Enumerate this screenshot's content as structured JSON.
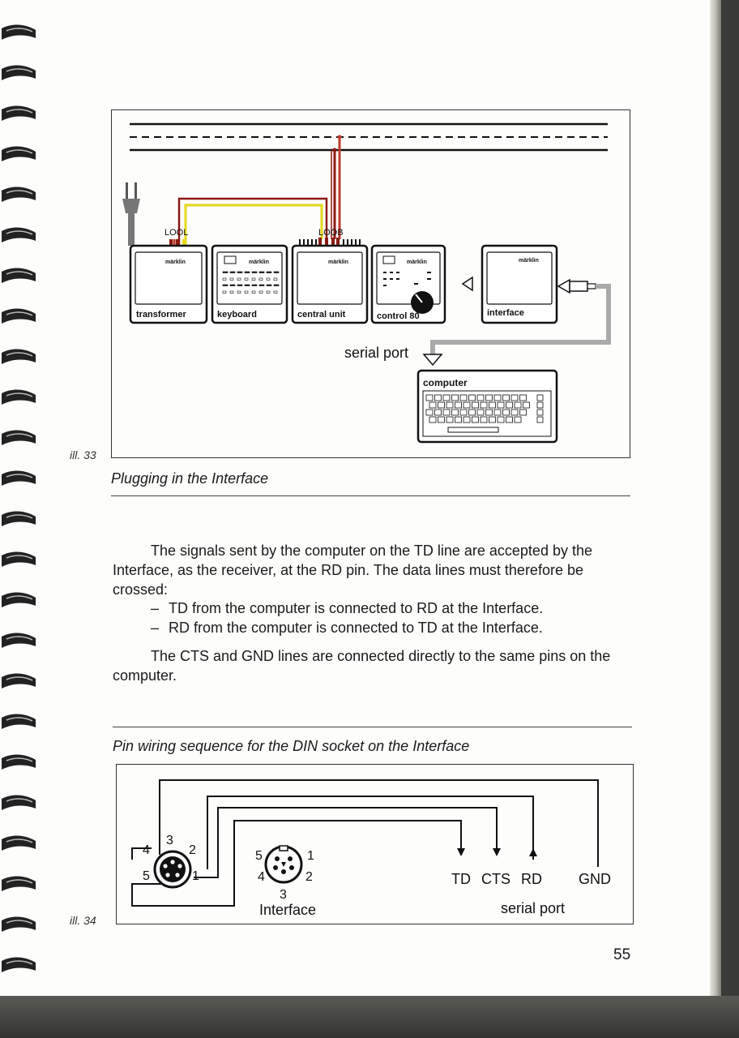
{
  "illustration_33": {
    "label": "ill. 33",
    "caption": "Plugging in the Interface",
    "feeder_labels": {
      "left": "LOOL",
      "right": "LOOB"
    },
    "devices": [
      {
        "name": "transformer",
        "brand": "märklin"
      },
      {
        "name": "keyboard",
        "brand": "märklin"
      },
      {
        "name": "central unit",
        "brand": "märklin"
      },
      {
        "name": "control 80",
        "brand": "märklin"
      },
      {
        "name": "interface",
        "brand": "märklin"
      }
    ],
    "serial_port_label": "serial port",
    "computer_label": "computer"
  },
  "body": {
    "paragraph1": "The signals sent by the computer on the TD line are accepted by the Interface, as the receiver, at the RD pin. The data lines must therefore be crossed:",
    "paragraph1_lines": [
      "The signals sent by the computer on the TD line are accepted by the",
      "Interface, as the receiver, at the RD pin. The data lines must therefore be",
      "crossed:"
    ],
    "bullets": [
      "TD from the computer is connected to RD at the Interface.",
      "RD from the computer is connected to TD at the Interface."
    ],
    "paragraph2_lines": [
      "The CTS and GND lines are connected directly to the same pins on the",
      "computer."
    ]
  },
  "illustration_34": {
    "label": "ill. 34",
    "caption": "Pin wiring sequence for the DIN socket on the Interface",
    "left_plug_pins": [
      "3",
      "2",
      "1",
      "5",
      "4"
    ],
    "interface_pins": [
      "5",
      "1",
      "4",
      "2",
      "3"
    ],
    "interface_label": "Interface",
    "signals": [
      "TD",
      "CTS",
      "RD",
      "GND"
    ],
    "serial_port_label": "serial port"
  },
  "page_number": "55"
}
